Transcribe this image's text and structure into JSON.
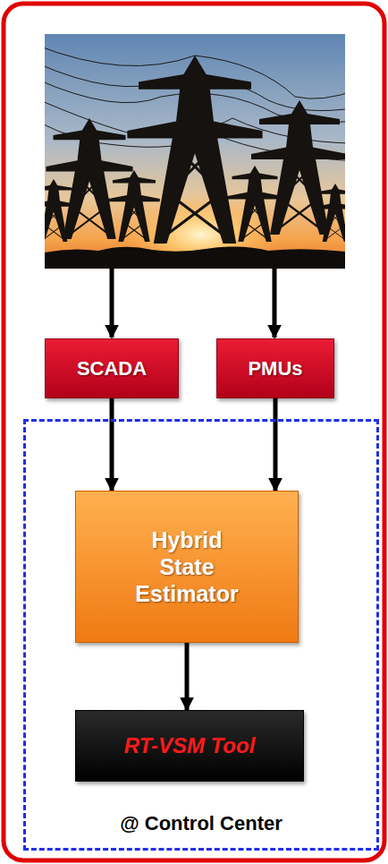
{
  "diagram": {
    "nodes": [
      {
        "text": [
          "SCADA"
        ]
      },
      {
        "text": [
          "PMUs"
        ]
      },
      {
        "text": [
          "@ Control Center"
        ]
      },
      {
        "text": [
          "Hybrid State Estimator"
        ],
        "in": 2
      },
      {
        "text": [
          "RT-VSM Tool"
        ],
        "in": 2
      }
    ],
    "edges": [
      {
        "from": 0,
        "to": 3,
        "arrow": "to"
      },
      {
        "from": 1,
        "to": 3,
        "arrow": "to"
      },
      {
        "from": 3,
        "to": 4,
        "arrow": "to"
      }
    ]
  }
}
